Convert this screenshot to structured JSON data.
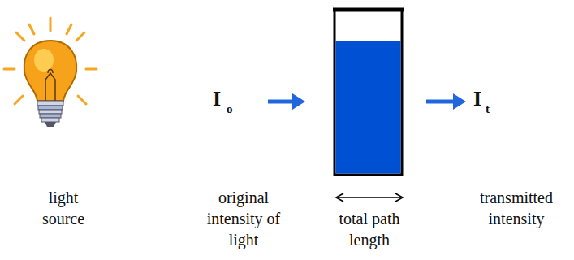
{
  "diagram": {
    "labels": [
      "light source",
      "I",
      "o",
      "original intensity of light",
      "total path length",
      "I",
      "t",
      "transmitted intensity"
    ]
  }
}
